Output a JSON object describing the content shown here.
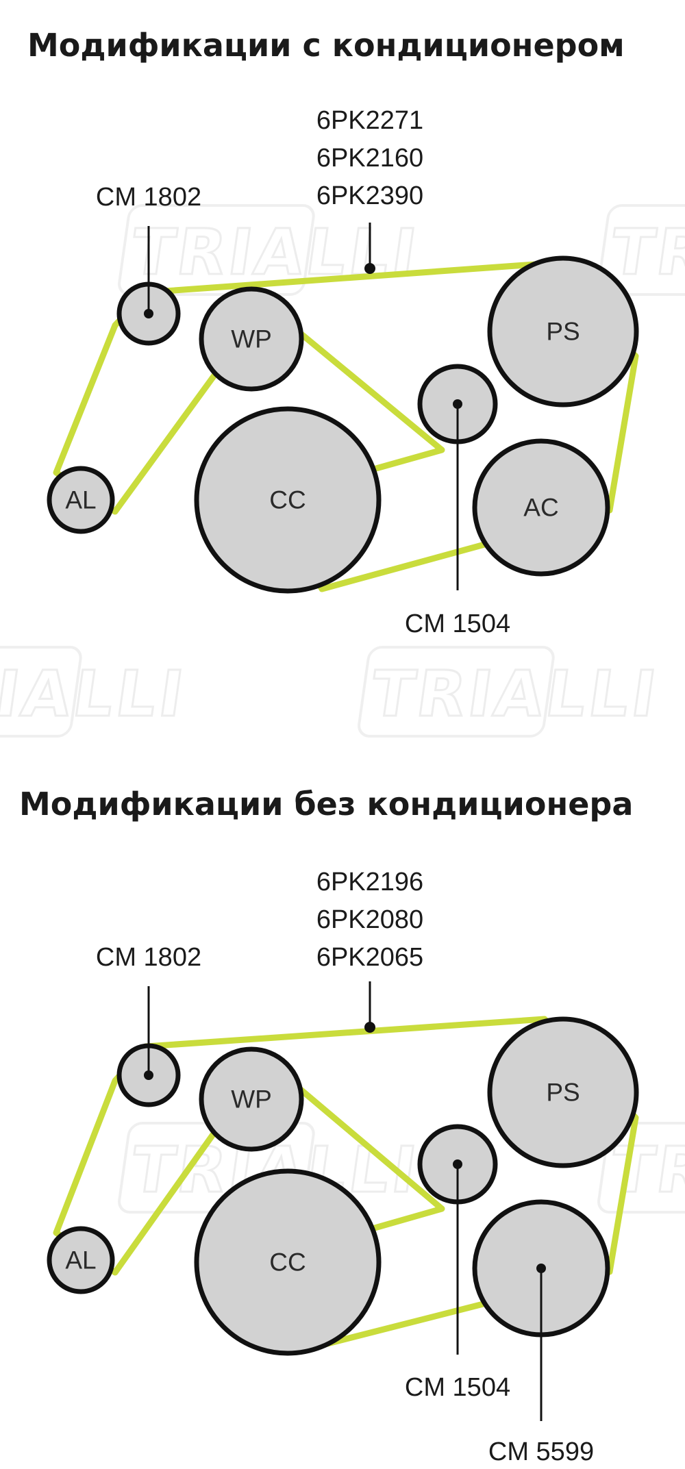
{
  "watermark": "TRIALLI",
  "colors": {
    "belt": "#c9dc3c",
    "pulley_fill": "#d2d2d2",
    "outline": "#111111"
  },
  "diagrams": [
    {
      "title": "Модификации с кондиционером",
      "belt_parts": [
        "6PK2271",
        "6PK2160",
        "6PK2390"
      ],
      "idler_top": "CM 1802",
      "tensioner": "CM 1504",
      "pulleys": {
        "al": "AL",
        "wp": "WP",
        "cc": "CC",
        "ps": "PS",
        "ac": "AC"
      }
    },
    {
      "title": "Модификации без кондиционера",
      "belt_parts": [
        "6PK2196",
        "6PK2080",
        "6PK2065"
      ],
      "idler_top": "CM 1802",
      "tensioner": "CM 1504",
      "idler_bottom": "CM 5599",
      "pulleys": {
        "al": "AL",
        "wp": "WP",
        "cc": "CC",
        "ps": "PS"
      }
    }
  ]
}
